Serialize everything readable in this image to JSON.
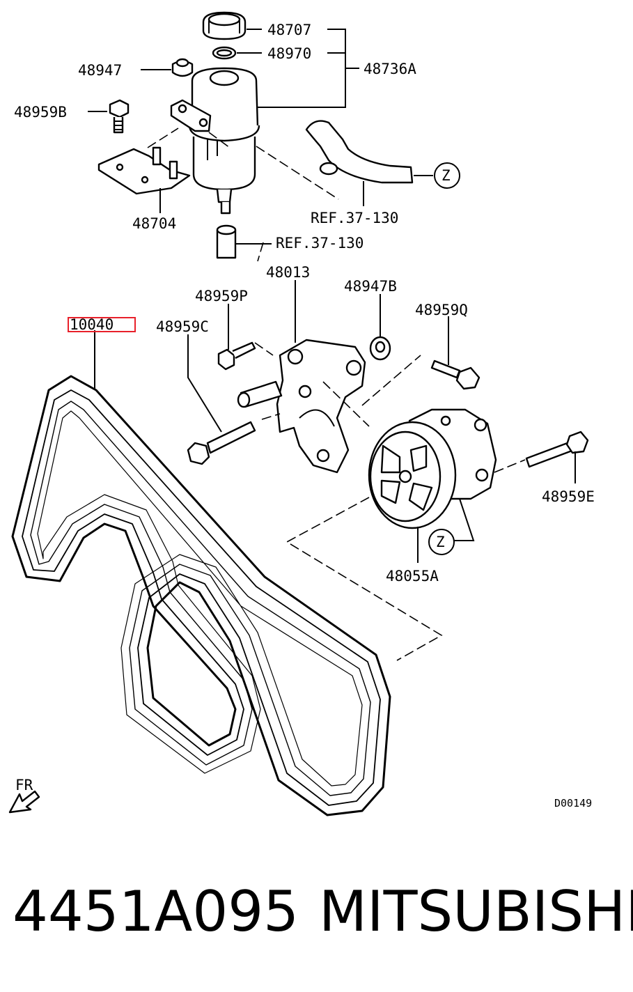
{
  "labels": {
    "p48707": "48707",
    "p48970": "48970",
    "p48736A": "48736A",
    "p48947": "48947",
    "p48959B": "48959B",
    "p48704": "48704",
    "ref1": "REF.37-130",
    "ref2": "REF.37-130",
    "z1": "Z",
    "z2": "Z",
    "p48013": "48013",
    "p48959P": "48959P",
    "p48947B": "48947B",
    "p48959Q": "48959Q",
    "p48959C": "48959C",
    "p10040": "10040",
    "p48959E": "48959E",
    "p48055A": "48055A",
    "fr": "FR",
    "diagram_code": "D00149"
  },
  "caption": {
    "part_number": "4451A095",
    "brand": "MITSUBISHI"
  },
  "highlight_color": "#e8202a"
}
